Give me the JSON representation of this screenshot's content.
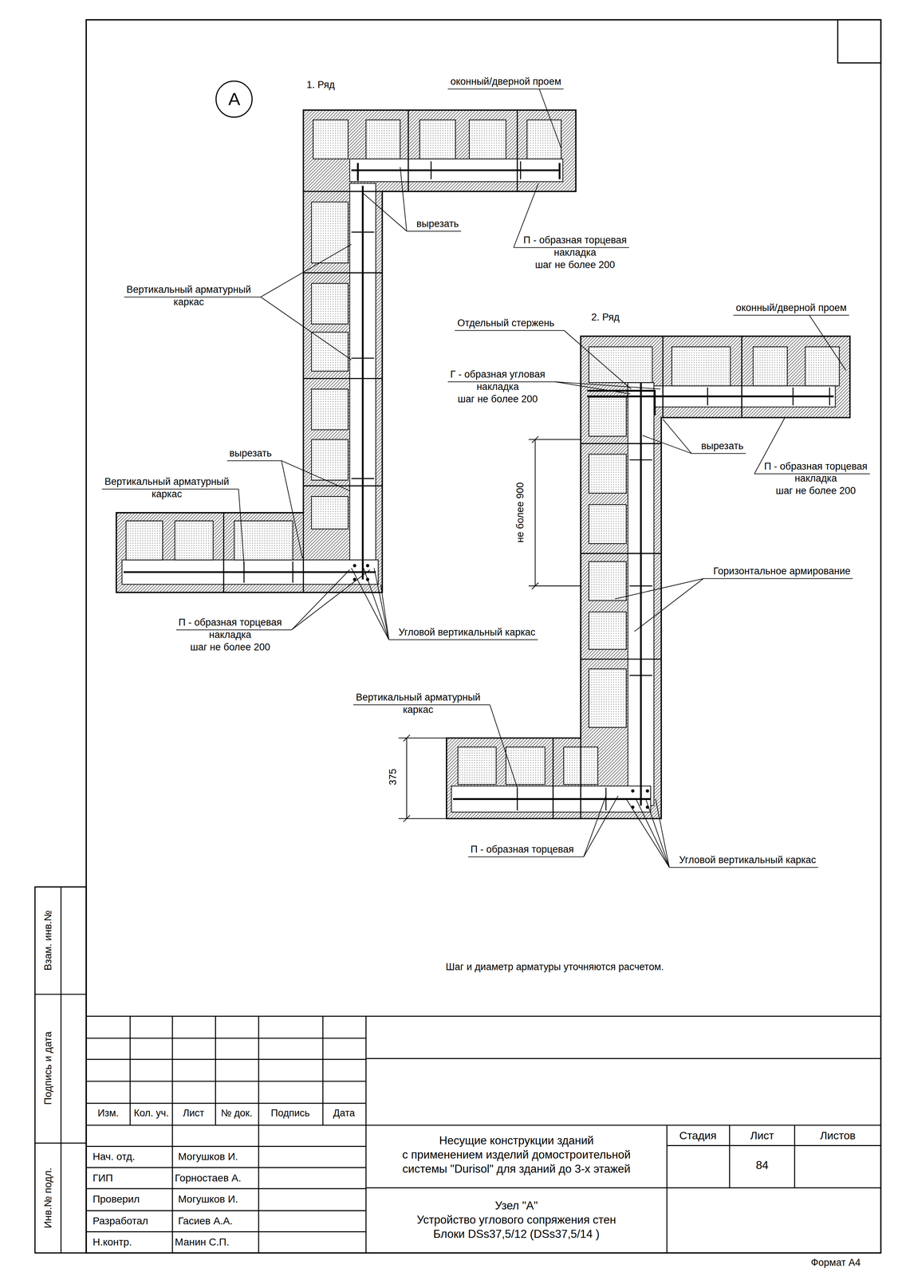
{
  "diagram": {
    "nodes": [
      {
        "text": [
          "А"
        ]
      }
    ],
    "labels": [
      "1. Ряд",
      "оконный/дверной проем",
      "вырезать",
      "П - образная торцевая накладка шаг не более 200",
      "Вертикальный арматурный каркас",
      "вырезать",
      "Вертикальный арматурный каркас",
      "П - образная торцевая накладка шаг не более 200",
      "Угловой вертикальный каркас",
      "2. Ряд",
      "оконный/дверной проем",
      "Отдельный стержень",
      "Г - образная угловая накладка шаг не более 200",
      "вырезать",
      "П - образная торцевая накладка шаг не более 200",
      "не более 900",
      "Горизонтальное армирование",
      "Вертикальный арматурный каркас",
      "375",
      "П - образная торцевая",
      "Угловой вертикальный каркас",
      "Шаг и диаметр арматуры уточняются расчетом.",
      "Взам. инв.№",
      "Подпись и дата",
      "Инв.№ подл.",
      "Изм.",
      "Кол. уч.",
      "Лист",
      "№ док.",
      "Подпись",
      "Дата",
      "Нач. отд.",
      "Могушков И.",
      "ГИП",
      "Горностаев А.",
      "Проверил",
      "Могушков И.",
      "Разработал",
      "Гасиев А.А.",
      "Н.контр.",
      "Манин С.П.",
      "Несущие конструкции зданий с применением изделий домостроительной системы \"Durisol\" для зданий до 3-х этажей",
      "Стадия",
      "Лист",
      "Листов",
      "84",
      "Узел \"А\" Устройство углового сопряжения стен Блоки DSs37,5/12 (DSs37,5/14 )",
      "Формат А4"
    ]
  }
}
